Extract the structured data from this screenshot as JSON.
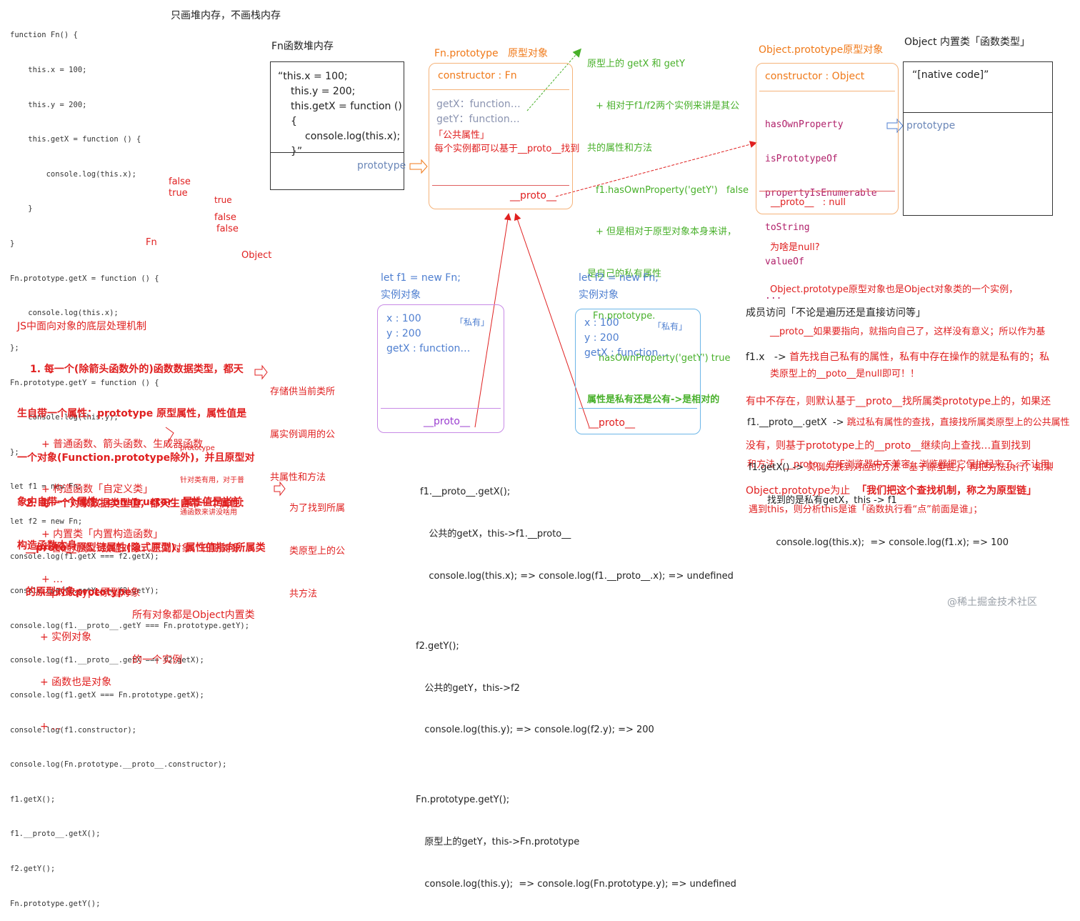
{
  "code": {
    "lines": [
      "function Fn() {",
      "    this.x = 100;",
      "    this.y = 200;",
      "    this.getX = function () {",
      "        console.log(this.x);",
      "    }",
      "}",
      "Fn.prototype.getX = function () {",
      "    console.log(this.x);",
      "};",
      "Fn.prototype.getY = function () {",
      "    console.log(this.y);",
      "};",
      "let f1 = new Fn;",
      "let f2 = new Fn;",
      "console.log(f1.getX === f2.getX);",
      "console.log(f1.getY === f2.getY);",
      "console.log(f1.__proto__.getY === Fn.prototype.getY);",
      "console.log(f1.__proto__.getX === f2.getX);",
      "console.log(f1.getX === Fn.prototype.getX);",
      "console.log(f1.constructor);",
      "console.log(Fn.prototype.__proto__.constructor);",
      "f1.getX();",
      "f1.__proto__.getX();",
      "f2.getY();",
      "Fn.prototype.getY();"
    ],
    "results": [
      "false",
      "true",
      "true",
      "false",
      "false",
      "Fn",
      "Object"
    ]
  },
  "heading_top": "只画堆内存，不画栈内存",
  "fn_heap": {
    "title": "Fn函数堆内存",
    "code_lines": [
      "“this.x = 100;",
      "this.y = 200;",
      "this.getX = function () {",
      "console.log(this.x);",
      "}”"
    ],
    "prototype_label": "prototype"
  },
  "fn_prototype": {
    "title": "Fn.prototype   原型对象",
    "constructor": "constructor : Fn",
    "getX": "getX：function…",
    "getY": "getY：function…",
    "public_label": "「公共属性」",
    "public_note": "每个实例都可以基于__proto__找到",
    "proto": "__proto__"
  },
  "green_note": [
    "原型上的 getX 和 getY",
    "+ 相对于f1/f2两个实例来讲是其公",
    "共的属性和方法",
    "f1.hasOwnProperty('getY')   false",
    "+ 但是相对于原型对象本身来讲，",
    "是自己的私有属性",
    "Fn.prototype.",
    "hasOwnProperty('getY') true"
  ],
  "green_bold": "属性是私有还是公有->是相对的",
  "object_prototype": {
    "title": "Object.prototype原型对象",
    "constructor": "constructor : Object",
    "methods": [
      "hasOwnProperty",
      "isPrototypeOf",
      "propertyIsEnumerable",
      "toString",
      "valueOf",
      "..."
    ],
    "proto": "__proto__   : null",
    "null_note": [
      "为啥是null?",
      "Object.prototype原型对象也是Object对象类的一个实例，",
      "__proto__如果要指向，就指向自己了，这样没有意义；所以作为基",
      "类原型上的__poto__是null即可！！"
    ]
  },
  "object_builtin": {
    "title": "Object 内置类「函数类型」",
    "native": "“[native code]”",
    "prototype_label": "prototype"
  },
  "f1": {
    "title": "let f1 = new Fn;",
    "subtitle": "实例对象",
    "x": "x : 100",
    "y": "y : 200",
    "getX": "getX : function…",
    "private": "「私有」",
    "proto": "__proto__"
  },
  "f2": {
    "title": "let f2 = new Fn;",
    "subtitle": "实例对象",
    "x": "x : 100",
    "y": "y : 200",
    "getX": "getX : function…",
    "private": "「私有」",
    "proto": "__proto__"
  },
  "left_notes": {
    "title": "JS中面向对象的底层处理机制",
    "p1": [
      "1. 每一个(除箭头函数外的)函数数据类型，都天",
      "生自带一个属性：prototype 原型属性，属性值是",
      "一个对象(Function.prototype除外)，并且原型对",
      "象中自带一个属性：constructor，属性值是当前",
      "构造函数本身"
    ],
    "p1_items": [
      "+ 普通函数、箭头函数、生成器函数",
      "+ 构造函数「自定义类」",
      "+ 内置类「内置构造函数」",
      "+ …"
    ],
    "p1_side": [
      "存储供当前类所",
      "属实例调用的公",
      "共属性和方法"
    ],
    "proto_small": [
      "prototype",
      "针对类有用，对于普",
      "通函数来讲没啥用"
    ],
    "p2": [
      "2. 每一个对象数据类型值，都天生自带一个属性：",
      "__proto__原型链属性(隐式原型)，属性值指向所属类",
      "的原型对象prototype"
    ],
    "p2_items": [
      "+ 普通对象、数组对象、正则对象、日期对象…",
      "+ prototype原型对象",
      "+ 实例对象",
      "+ 函数也是对象",
      "+ …"
    ],
    "p2_side": [
      "为了找到所属",
      "类原型上的公",
      "共方法"
    ],
    "bottom": [
      "所有对象都是Object内置类",
      "的一个实例"
    ]
  },
  "bottom_center": [
    "f1.__proto__.getX();",
    "   公共的getX，this->f1.__proto__",
    "   console.log(this.x); => console.log(f1.__proto__.x); => undefined",
    "",
    "f2.getY();",
    "   公共的getY，this->f2",
    "   console.log(this.y); => console.log(f2.y); => 200",
    "",
    "Fn.prototype.getY();",
    "   原型上的getY，this->Fn.prototype",
    "   console.log(this.y);  => console.log(Fn.prototype.y); => undefined"
  ],
  "right_notes": {
    "title": "成员访问「不论是遍历还是直接访问等」",
    "f1x_label": "f1.x   ->",
    "f1x_text": [
      "首先找自己私有的属性，私有中存在操作的就是私有的；私",
      "有中不存在，则默认基于__proto__找所属类prototype上的，如果还",
      "没有，则基于prototype上的__proto__继续向上查找…直到找到",
      "Object.prototype为止"
    ],
    "chain_bold": "「我们把这个查找机制，称之为原型链」",
    "skip_label": "f1.__proto__.getX  ->",
    "skip_text": [
      "跳过私有属性的查找，直接找所属类原型上的公共属性",
      "和方法「__proto__在IE浏览器中不兼容：浏览器把它保护起来了，不让用」"
    ],
    "getx_label": "f1.getX() ->",
    "getx_text": [
      "实例先找到对应的方法「基于原型链」，再把方法执行；如果",
      "遇到this，则分析this是谁「函数执行看“点”前面是谁」；"
    ],
    "found": [
      "找到的是私有getX，this -> f1",
      "   console.log(this.x);  => console.log(f1.x); => 100"
    ]
  },
  "watermark": "@稀土掘金技术社区",
  "colors": {
    "red": "#e02020",
    "orange": "#f07a1a",
    "green": "#48b02a",
    "blue": "#4f7fd0",
    "purple": "#9b3fd0"
  }
}
